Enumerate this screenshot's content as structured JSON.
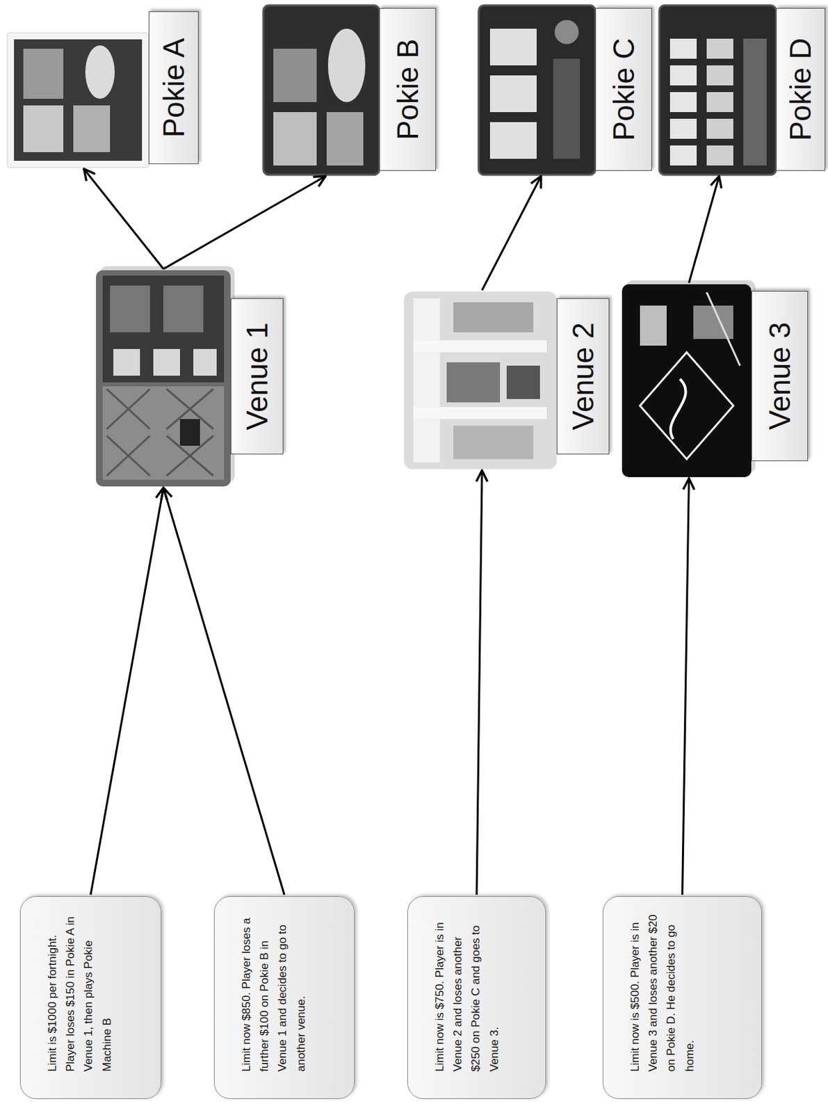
{
  "diagram": {
    "nodes": [
      {
        "text": [
          "Limit is $1000 per fortnight. Player loses $150 in Pokie A in Venue 1, then plays Pokie Machine B"
        ]
      },
      {
        "text": [
          "Limit now $850. Player loses a further $100 on Pokie B in Venue 1 and decides to go to another venue."
        ]
      },
      {
        "text": [
          "Venue 1"
        ]
      },
      {
        "text": [
          "Pokie A"
        ]
      },
      {
        "text": [
          "Pokie B"
        ]
      },
      {
        "text": [
          "Limit now is $750. Player is in Venue 2 and loses another $250 on Pokie C and goes to Venue 3."
        ]
      },
      {
        "text": [
          "Venue 2"
        ]
      },
      {
        "text": [
          "Pokie C"
        ]
      },
      {
        "text": [
          "Limit now is $500. Player is in Venue 3 and loses another $20 on Pokie D. He decides to go home."
        ]
      },
      {
        "text": [
          "Venue 3"
        ]
      },
      {
        "text": [
          "Pokie D"
        ]
      }
    ],
    "edges": [
      {
        "from": 0,
        "to": 2,
        "arrow": "to"
      },
      {
        "from": 1,
        "to": 2,
        "arrow": "to"
      },
      {
        "from": 2,
        "to": 3,
        "arrow": "to"
      },
      {
        "from": 2,
        "to": 4,
        "arrow": "to"
      },
      {
        "from": 5,
        "to": 6,
        "arrow": "to"
      },
      {
        "from": 6,
        "to": 7,
        "arrow": "to"
      },
      {
        "from": 8,
        "to": 9,
        "arrow": "to"
      },
      {
        "from": 9,
        "to": 10,
        "arrow": "to"
      }
    ]
  }
}
